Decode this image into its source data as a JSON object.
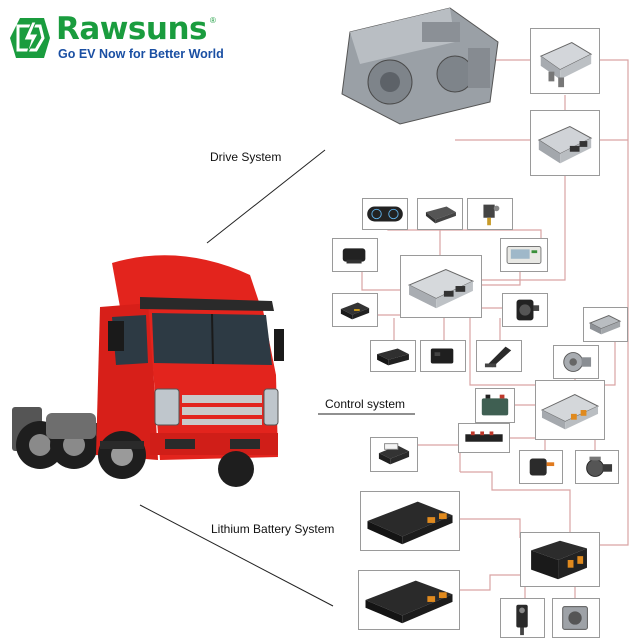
{
  "brand": {
    "name": "Rawsuns",
    "registered_mark": "®",
    "tagline": "Go EV Now for Better World",
    "colors": {
      "logo_green": "#1a9c3e",
      "tagline_blue": "#1a4fa3"
    }
  },
  "systems": {
    "drive": "Drive System",
    "control": "Control system",
    "battery": "Lithium Battery System"
  },
  "colors": {
    "connector_line": "#d9a3a3",
    "leader_line": "#222222",
    "truck_red": "#e3241d",
    "component_gray": "#a9adb3"
  },
  "components": [
    {
      "name": "drive-motor-icon"
    },
    {
      "name": "motor-controller-icon"
    },
    {
      "name": "controller-unit-icon"
    },
    {
      "name": "instrument-cluster-icon"
    },
    {
      "name": "switch-module-icon"
    },
    {
      "name": "sensor-icon"
    },
    {
      "name": "connector-icon"
    },
    {
      "name": "display-module-icon"
    },
    {
      "name": "vehicle-controller-icon"
    },
    {
      "name": "tbox-icon"
    },
    {
      "name": "charge-socket-icon"
    },
    {
      "name": "relay-box-icon"
    },
    {
      "name": "relay-module-icon"
    },
    {
      "name": "accelerator-pedal-icon"
    },
    {
      "name": "dc-converter-icon"
    },
    {
      "name": "compressor-icon"
    },
    {
      "name": "aux-battery-icon"
    },
    {
      "name": "distribution-box-icon"
    },
    {
      "name": "fuse-bar-icon"
    },
    {
      "name": "printer-icon"
    },
    {
      "name": "heater-icon"
    },
    {
      "name": "pump-icon"
    },
    {
      "name": "battery-pack-icon"
    },
    {
      "name": "bms-box-icon"
    },
    {
      "name": "charging-gun-icon"
    },
    {
      "name": "cooling-unit-icon"
    }
  ]
}
